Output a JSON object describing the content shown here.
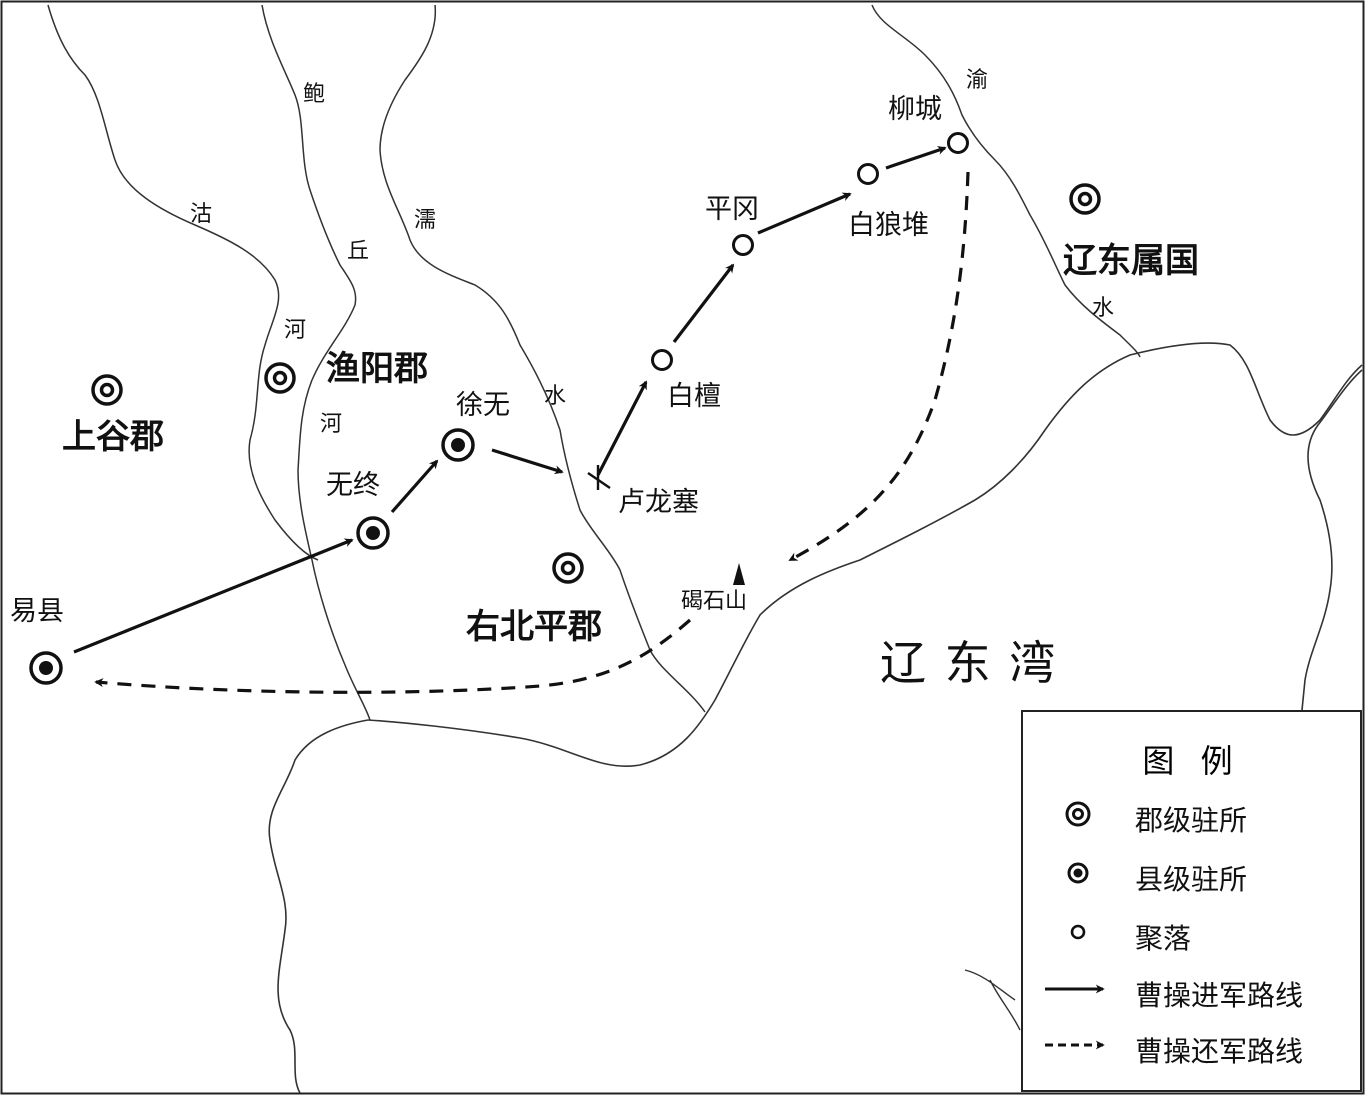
{
  "places": {
    "shanggu": "上谷郡",
    "yuyang": "渔阳郡",
    "youbeiping": "右北平郡",
    "liaodong_shuguo": "辽东属国",
    "yixian": "易县",
    "wuzhong": "无终",
    "xuwu": "徐无",
    "lulongsai": "卢龙塞",
    "baitan": "白檀",
    "pinggang": "平冈",
    "bailangdui": "白狼堆",
    "liucheng": "柳城",
    "jieshishan": "碣石山",
    "liaodong_bay": "辽 东 湾"
  },
  "rivers": {
    "gu_1": "沽",
    "gu_2": "河",
    "bao_1": "鲍",
    "bao_2": "丘",
    "bao_3": "河",
    "ru_1": "濡",
    "ru_2": "水",
    "yu_1": "渝",
    "yu_2": "水"
  },
  "legend": {
    "title": "图  例",
    "items": [
      {
        "symbol": "commandery-seat-icon",
        "label": "郡级驻所"
      },
      {
        "symbol": "county-seat-icon",
        "label": "县级驻所"
      },
      {
        "symbol": "settlement-icon",
        "label": "聚落"
      },
      {
        "symbol": "solid-arrow-icon",
        "label": "曹操进军路线"
      },
      {
        "symbol": "dashed-arrow-icon",
        "label": "曹操还军路线"
      }
    ]
  },
  "colors": {
    "ink": "#111111",
    "background": "#ffffff"
  }
}
